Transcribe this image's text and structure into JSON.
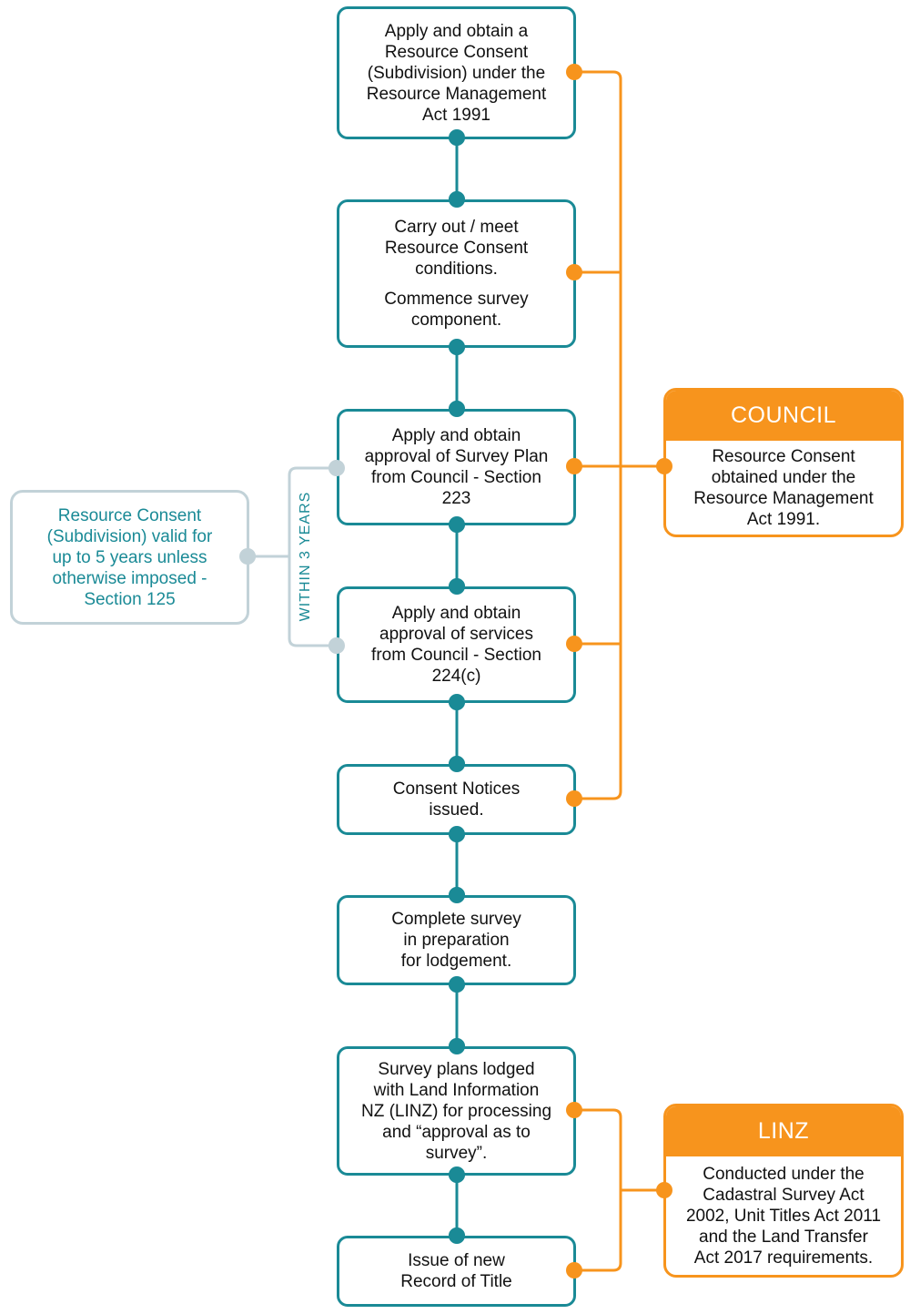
{
  "steps": [
    {
      "lines": [
        "Apply and obtain a",
        "Resource Consent",
        "(Subdivision) under the",
        "Resource Management",
        "Act 1991"
      ]
    },
    {
      "lines": [
        "Carry out / meet",
        "Resource Consent",
        "conditions."
      ],
      "lines2": [
        "Commence survey",
        "component."
      ]
    },
    {
      "lines": [
        "Apply and obtain",
        "approval of Survey Plan",
        "from Council - Section",
        "223"
      ]
    },
    {
      "lines": [
        "Apply and obtain",
        "approval of services",
        "from Council - Section",
        "224(c)"
      ]
    },
    {
      "lines": [
        "Consent Notices",
        "issued."
      ]
    },
    {
      "lines": [
        "Complete survey",
        "in preparation",
        "for lodgement."
      ]
    },
    {
      "lines": [
        "Survey plans lodged",
        "with Land Information",
        "NZ (LINZ) for processing",
        "and “approval as to",
        "survey”."
      ]
    },
    {
      "lines": [
        "Issue of new",
        "Record of Title"
      ]
    }
  ],
  "side_note": {
    "lines": [
      "Resource Consent",
      "(Subdivision) valid for",
      "up to 5 years unless",
      "otherwise imposed -",
      "Section 125"
    ]
  },
  "within_label": "WITHIN 3 YEARS",
  "council": {
    "title": "COUNCIL",
    "lines": [
      "Resource Consent",
      "obtained under the",
      "Resource Management",
      "Act 1991."
    ]
  },
  "linz": {
    "title": "LINZ",
    "lines": [
      "Conducted under the",
      "Cadastral Survey Act",
      "2002, Unit Titles Act 2011",
      "and the Land Transfer",
      "Act 2017 requirements."
    ]
  },
  "colors": {
    "teal": "#1a8a96",
    "orange": "#f7941d",
    "grey": "#c2d2d8"
  }
}
